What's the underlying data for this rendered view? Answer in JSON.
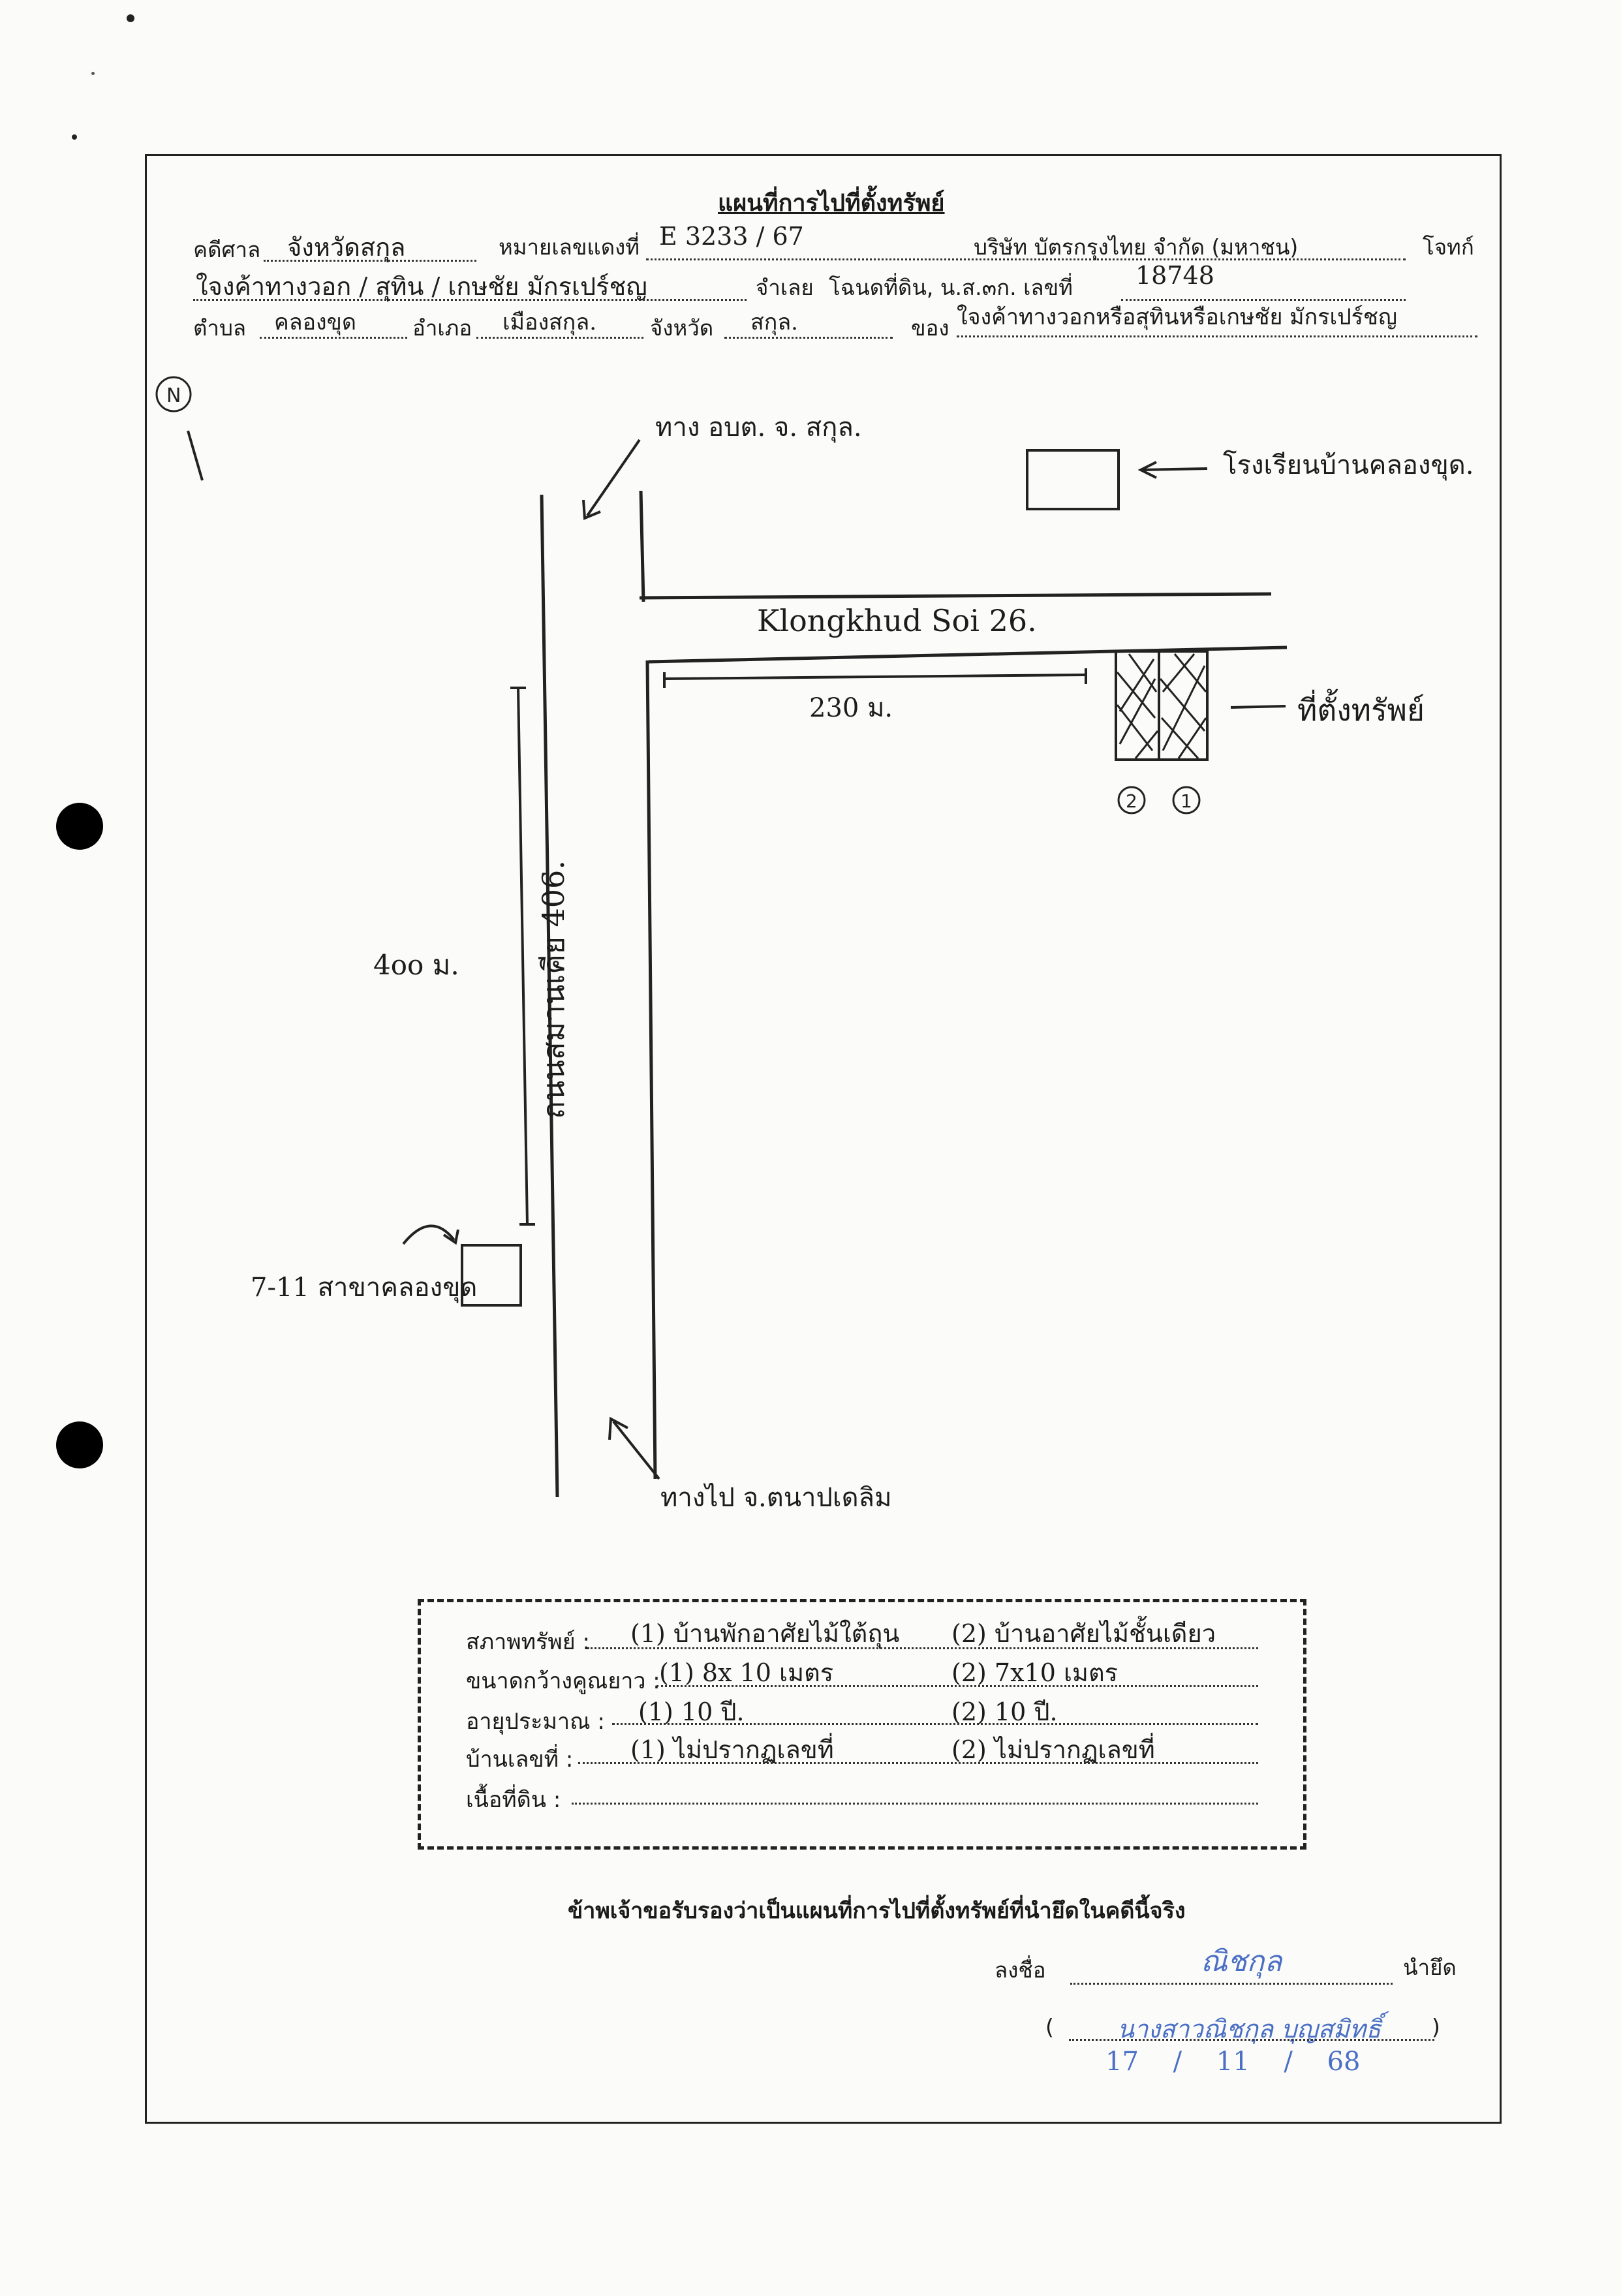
{
  "document": {
    "title": "แผนที่การไปที่ตั้งทรัพย์",
    "header": {
      "court_label": "คดีศาล",
      "court_value": "จังหวัดสกุล",
      "case_no_label": "หมายเลขแดงที่",
      "case_no_value": "E 3233 / 67",
      "plaintiff": "บริษัท บัตรกรุงไทย จำกัด (มหาชน)",
      "plaintiff_label": "โจทก์",
      "defendant_value": "ใจงค้าทางวอก / สุทิน / เกษชัย มักรเปร์ชญ",
      "defendant_label": "จำเลย",
      "deed_label": "โฉนดที่ดิน, น.ส.๓ก. เลขที่",
      "deed_value": "18748",
      "tambon_label": "ตำบล",
      "tambon_value": "คลองขุด",
      "amphoe_label": "อำเภอ",
      "amphoe_value": "เมืองสกุล.",
      "province_label": "จังหวัด",
      "province_value": "สกุล.",
      "owner_label": "ของ",
      "owner_value": "ใจงค้าทางวอกหรือสุทินหรือเกษชัย มักรเปร์ชญ"
    },
    "map": {
      "north": "N",
      "road_label_obt": "ทาง อบต. จ. สกุล.",
      "school_label": "โรงเรียนบ้านคลองขุด.",
      "soi_label": "Klongkhud Soi 26.",
      "dist_230": "230 ม.",
      "property_label": "ที่ตั้งทรัพย์",
      "prop_1": "1",
      "prop_2": "2",
      "main_road_label": "ถนนสมานเคีย 406.",
      "dist_400": "4oo ม.",
      "seven_eleven_label": "7-11 สาขาคลองขุด",
      "to_label": "ทางไป จ.ตนาปเดลิม"
    },
    "legend": {
      "condition_label": "สภาพทรัพย์ :",
      "condition_1": "(1) บ้านพักอาศัยไม้ใต้ถุน",
      "condition_2": "(2) บ้านอาศัยไม้ชั้นเดียว",
      "size_label": "ขนาดกว้างคูณยาว :",
      "size_1": "(1)  8x 10  เมตร",
      "size_2": "(2)  7x10  เมตร",
      "age_label": "อายุประมาณ :",
      "age_1": "(1)   10  ปี.",
      "age_2": "(2)   10  ปี.",
      "house_no_label": "บ้านเลขที่ :",
      "house_no_1": "(1)  ไม่ปรากฏเลขที่",
      "house_no_2": "(2)  ไม่ปรากฏเลขที่",
      "land_label": "เนื้อที่ดิน :"
    },
    "certification": "ข้าพเจ้าขอรับรองว่าเป็นแผนที่การไปที่ตั้งทรัพย์ที่นำยึดในคดีนี้จริง",
    "sign": {
      "sign_label": "ลงชื่อ",
      "signature": "ณิชกุล",
      "seizer_label": "นำยึด",
      "name_open": "(",
      "name": "นางสาวณิชกุล บุญสมิทธิ์",
      "name_close": ")",
      "date": "17 / 11 / 68"
    }
  }
}
